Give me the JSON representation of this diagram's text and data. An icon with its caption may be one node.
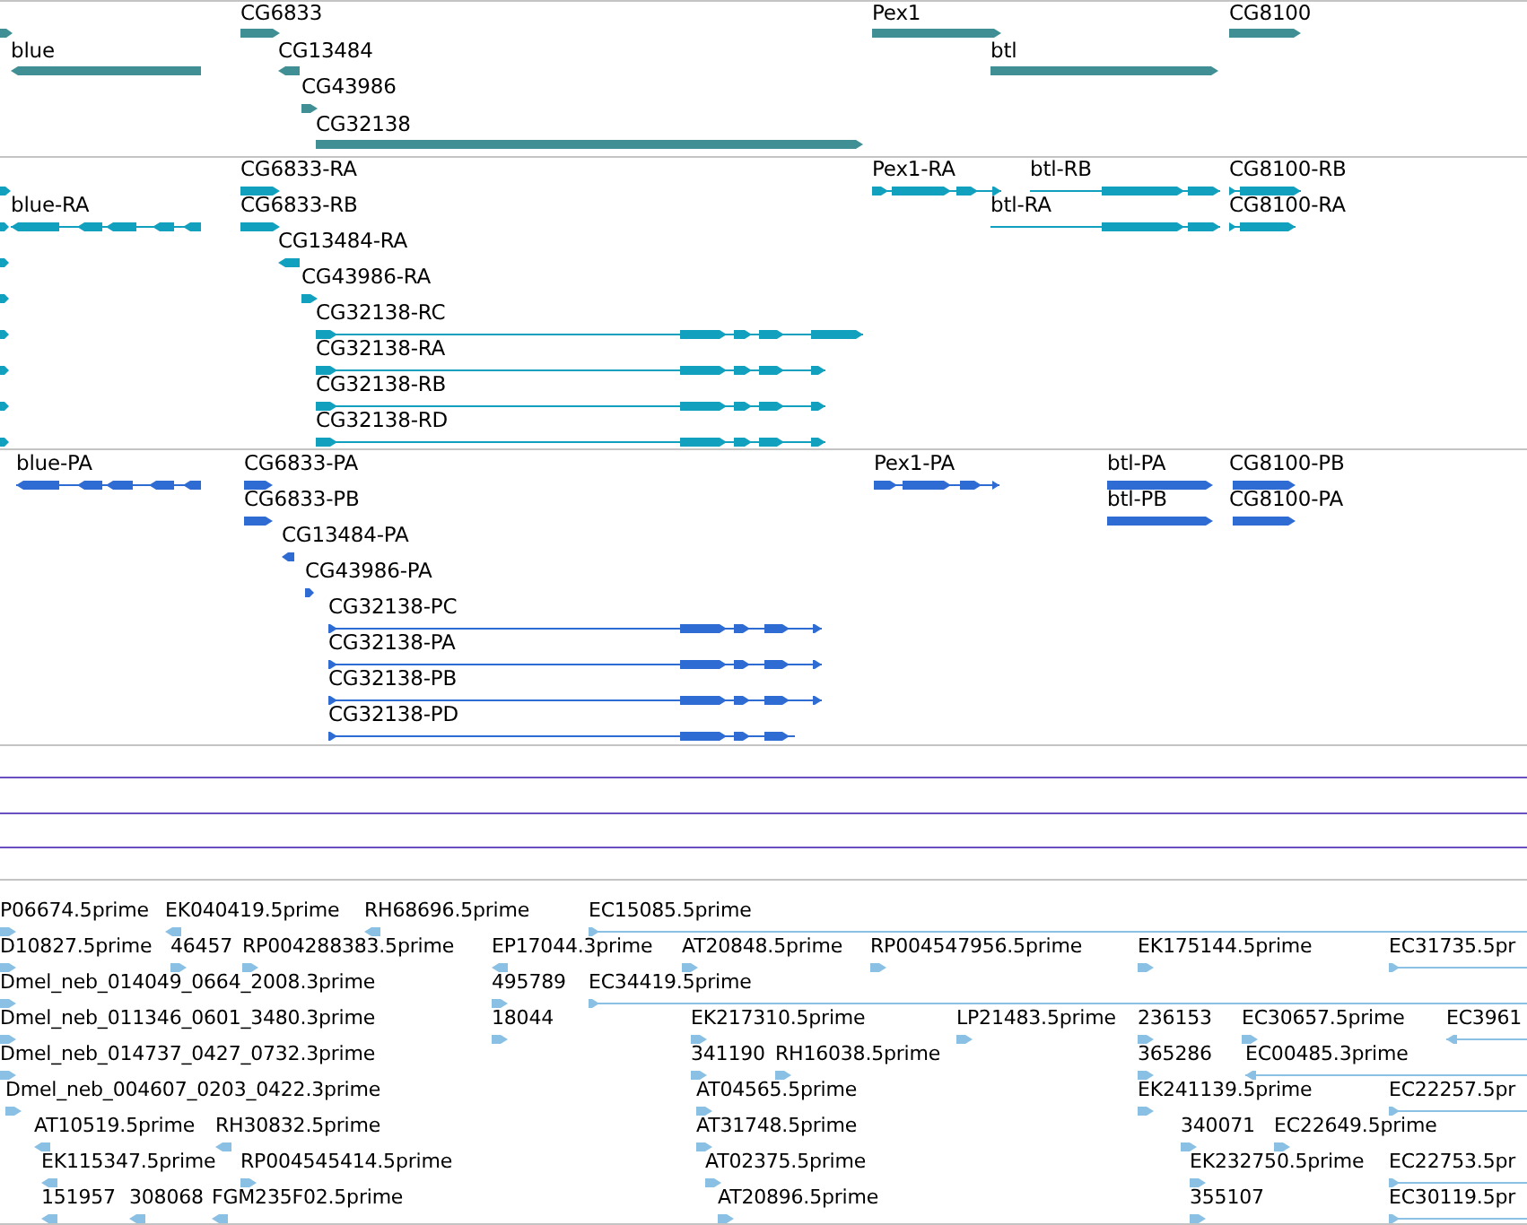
{
  "diagram": {
    "labels": [
      "CG6833",
      "Pex1",
      "CG8100",
      "blue",
      "CG13484",
      "btl",
      "CG43986",
      "CG32138",
      "CG6833-RA",
      "Pex1-RA",
      "btl-RB",
      "CG8100-RB",
      "blue-RA",
      "CG6833-RB",
      "btl-RA",
      "CG8100-RA",
      "CG13484-RA",
      "CG43986-RA",
      "CG32138-RC",
      "CG32138-RA",
      "CG32138-RB",
      "CG32138-RD",
      "blue-PA",
      "CG6833-PA",
      "Pex1-PA",
      "btl-PA",
      "CG8100-PB",
      "CG6833-PB",
      "btl-PB",
      "CG8100-PA",
      "CG13484-PA",
      "CG43986-PA",
      "CG32138-PC",
      "CG32138-PA",
      "CG32138-PB",
      "CG32138-PD",
      "P06674.5prime",
      "EK040419.5prime",
      "RH68696.5prime",
      "EC15085.5prime",
      "D10827.5prime",
      "46457",
      "RP004288383.5prime",
      "EP17044.3prime",
      "AT20848.5prime",
      "RP004547956.5prime",
      "EK175144.5prime",
      "EC31735.5pr",
      "Dmel_neb_014049_0664_2008.3prime",
      "495789",
      "EC34419.5prime",
      "Dmel_neb_011346_0601_3480.3prime",
      "18044",
      "EK217310.5prime",
      "LP21483.5prime",
      "236153",
      "EC30657.5prime",
      "EC3961",
      "Dmel_neb_014737_0427_0732.3prime",
      "341190",
      "RH16038.5prime",
      "365286",
      "EC00485.3prime",
      "Dmel_neb_004607_0203_0422.3prime",
      "AT04565.5prime",
      "EK241139.5prime",
      "EC22257.5pr",
      "AT10519.5prime",
      "RH30832.5prime",
      "AT31748.5prime",
      "340071",
      "EC22649.5prime",
      "EK115347.5prime",
      "RP004545414.5prime",
      "AT02375.5prime",
      "EK232750.5prime",
      "EC22753.5pr",
      "151957",
      "308068",
      "FGM235F02.5prime",
      "AT20896.5prime",
      "355107",
      "EC30119.5pr"
    ]
  }
}
